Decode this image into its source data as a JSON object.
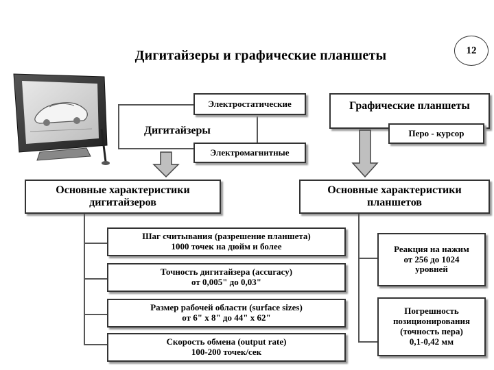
{
  "slide": {
    "title": "Дигитайзеры и графические планшеты",
    "page_number": "12"
  },
  "digitizers": {
    "label": "Дигитайзеры",
    "types": [
      "Электростатические",
      "Электромагнитные"
    ],
    "characteristics_title": "Основные характеристики дигитайзеров",
    "characteristics": [
      {
        "line1": "Шаг считывания (разрешение планшета)",
        "line2": "1000 точек на дюйм и более"
      },
      {
        "line1": "Точность дигитайзера (accuracy)",
        "line2": "от 0,005\" до 0,03\""
      },
      {
        "line1": "Размер рабочей области (surface sizes)",
        "line2": "от 6\" х 8\" до 44\" х 62\""
      },
      {
        "line1": "Скорость обмена (output rate)",
        "line2": "100-200 точек/сек"
      }
    ]
  },
  "tablets": {
    "label": "Графические планшеты",
    "pen_label": "Перо - курсор",
    "characteristics_title": "Основные характеристики планшетов",
    "characteristics": [
      {
        "lines": [
          "Реакция на нажим",
          "от 256 до 1024",
          "уровней"
        ]
      },
      {
        "lines": [
          "Погрешность",
          "позиционирования",
          "(точность пера)",
          "0,1-0,42 мм"
        ]
      }
    ]
  },
  "illustration": {
    "icon": "tablet-monitor-icon"
  }
}
